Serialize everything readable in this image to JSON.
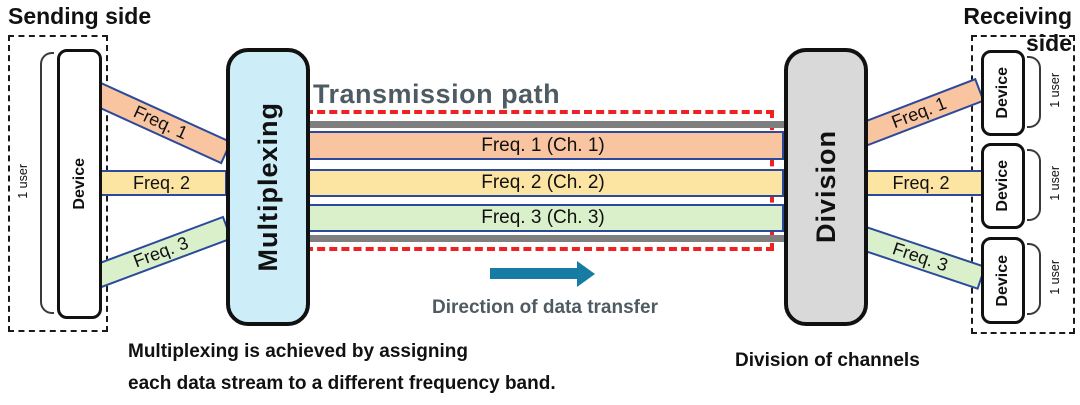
{
  "titles": {
    "sending": "Sending side",
    "receiving": "Receiving side",
    "transmission_path": "Transmission path",
    "direction": "Direction of data transfer"
  },
  "nodes": {
    "multiplexer": "Multiplexing",
    "division": "Division",
    "device": "Device",
    "user": "1 user"
  },
  "bands": {
    "sending": [
      "Freq. 1",
      "Freq. 2",
      "Freq. 3"
    ],
    "path": [
      "Freq. 1 (Ch. 1)",
      "Freq. 2 (Ch. 2)",
      "Freq. 3 (Ch. 3)"
    ],
    "receiving": [
      "Freq. 1",
      "Freq. 2",
      "Freq. 3"
    ]
  },
  "captions": {
    "multiplexing_note_line1": "Multiplexing is achieved by assigning",
    "multiplexing_note_line2": "each data stream to a different frequency band.",
    "division_note": "Division of channels"
  },
  "colors": {
    "band_orange": "#f9c5a0",
    "band_yellow": "#fce5a2",
    "band_green": "#daf0cb",
    "band_border_blue": "#2b4a9d",
    "multiplexer_fill": "#cdeef8",
    "division_fill": "#d9d9d9",
    "gray_bar": "#7f7f7f",
    "red_dashed_border": "#ee2222",
    "arrow_teal": "#177ca4",
    "heading_gray": "#4f5b63",
    "text_black": "#111111"
  }
}
